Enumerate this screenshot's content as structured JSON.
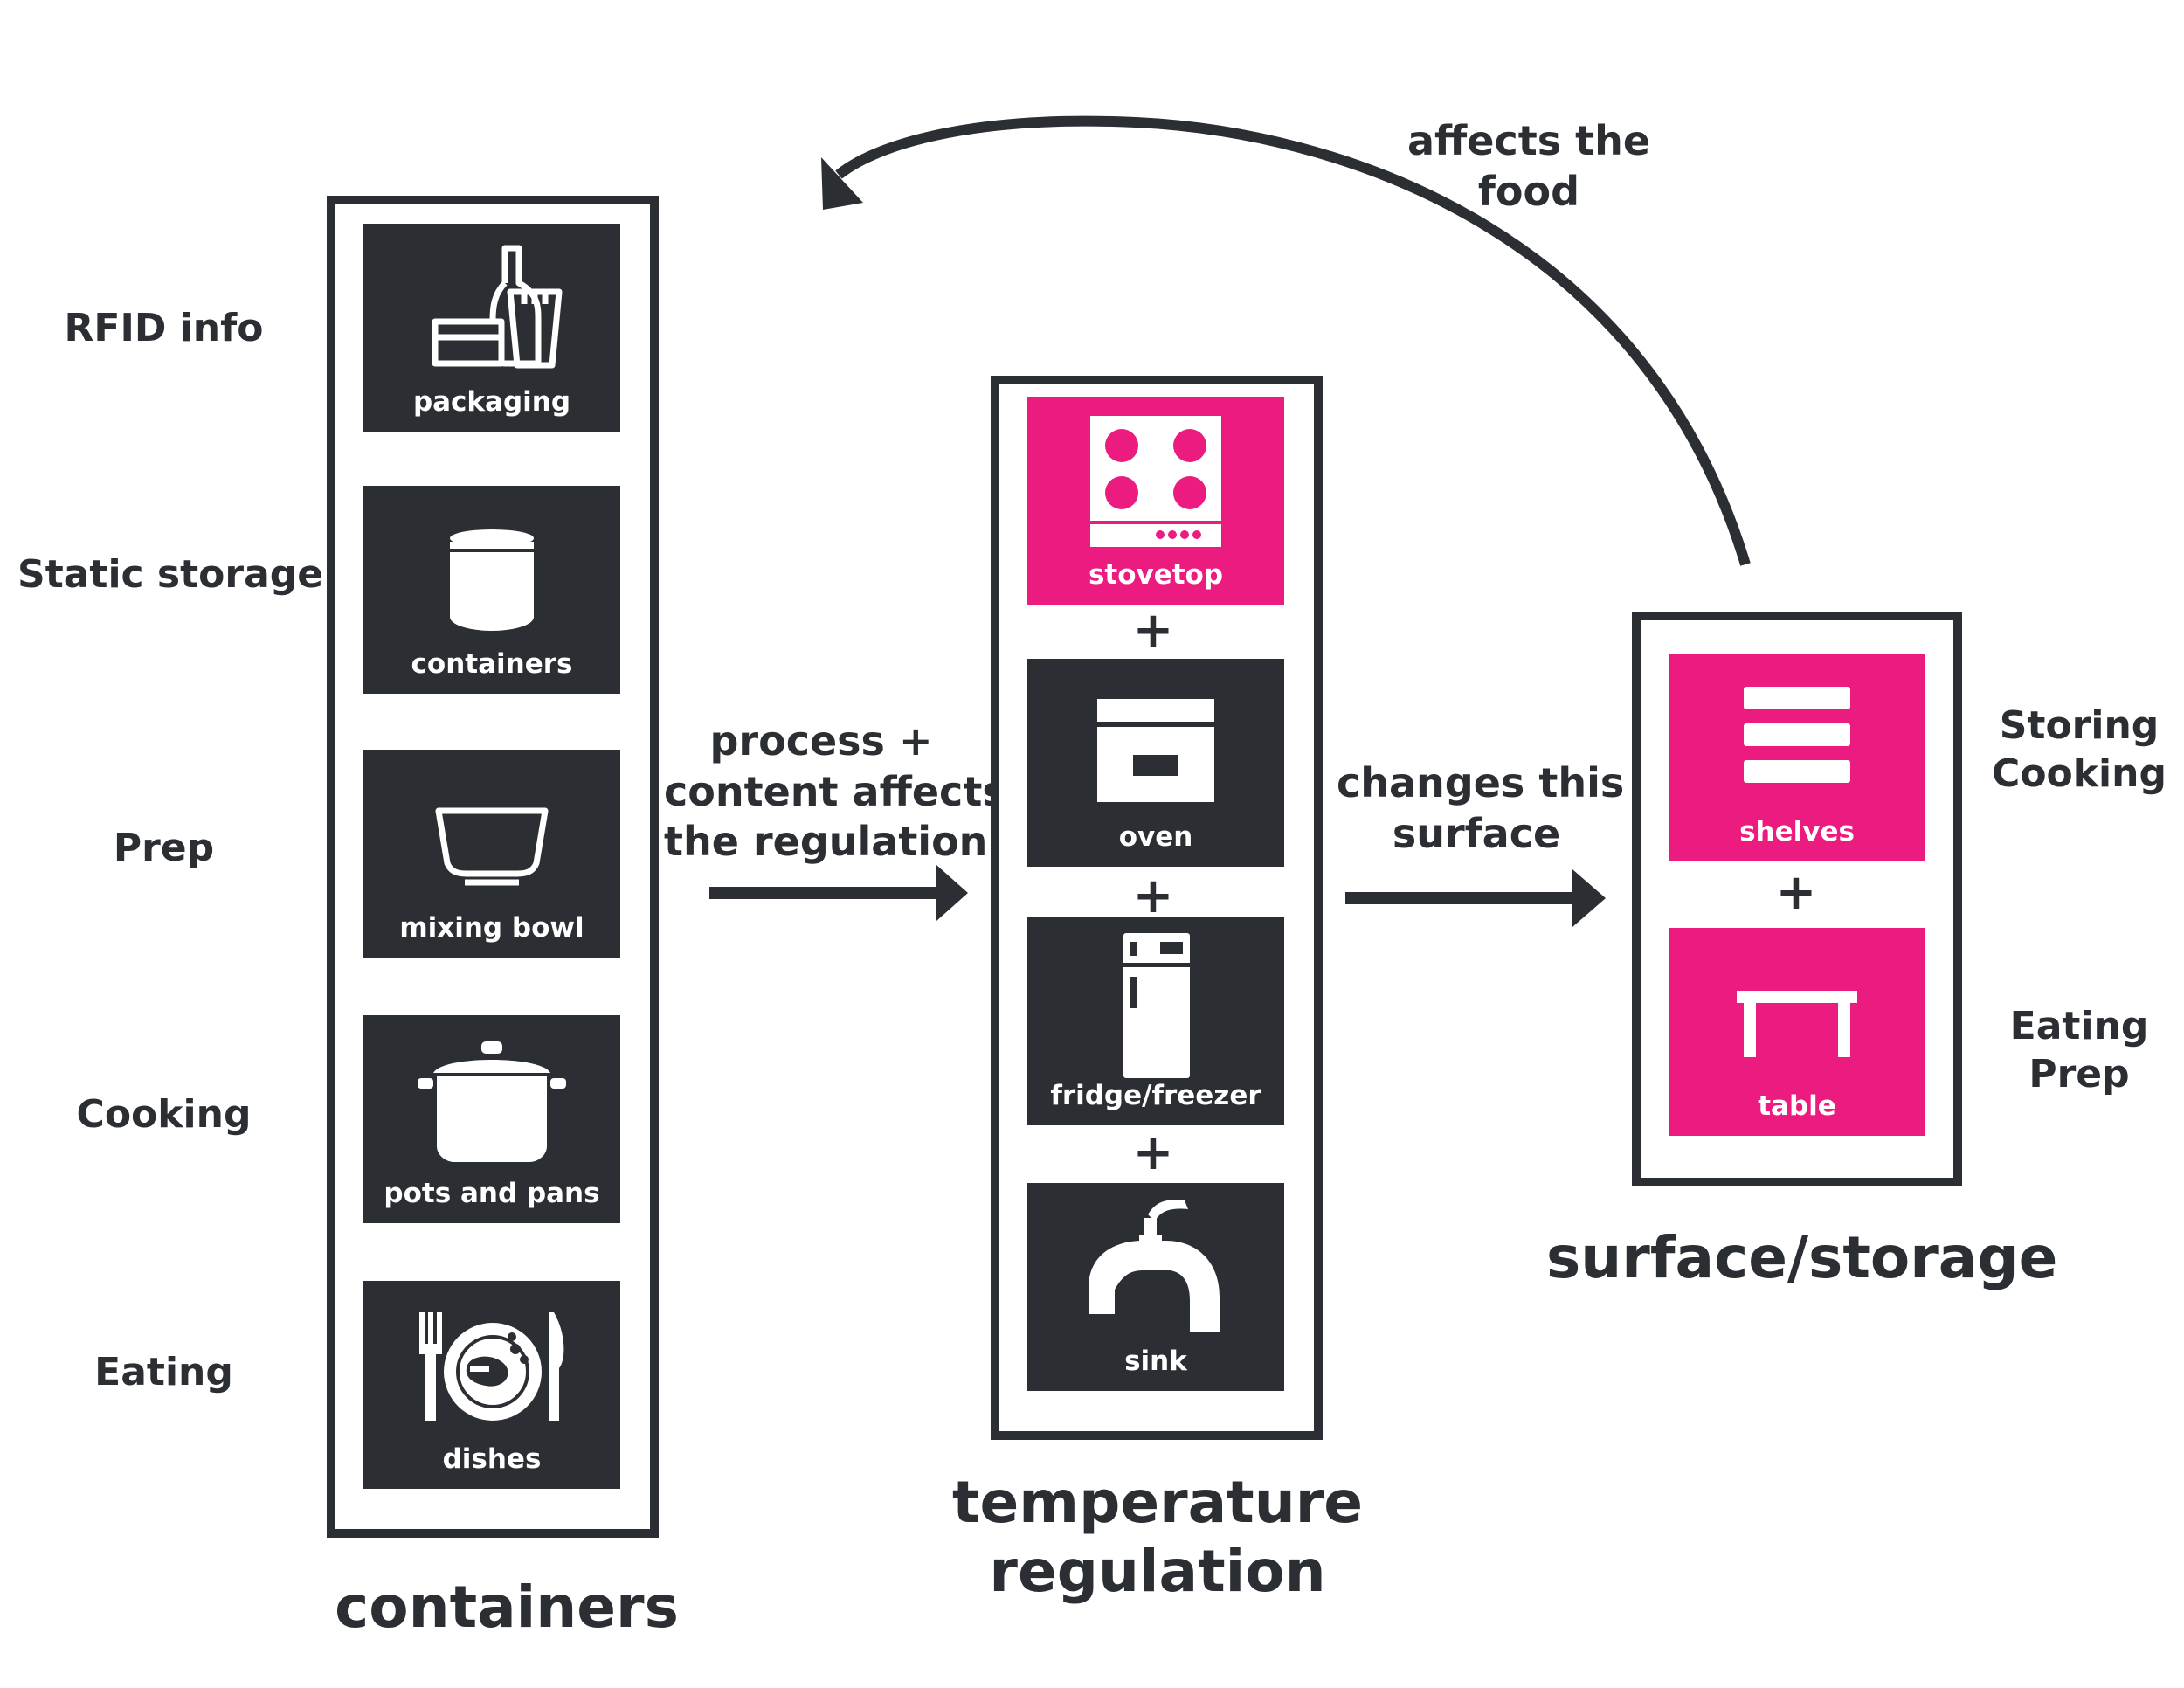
{
  "labels": {
    "rfid_info": "RFID info",
    "static_storage": "Static storage",
    "prep": "Prep",
    "cooking": "Cooking",
    "eating": "Eating",
    "storing_cooking_line1": "Storing",
    "storing_cooking_line2": "Cooking",
    "eating_prep_line1": "Eating",
    "eating_prep_line2": "Prep"
  },
  "flow": {
    "process_line1": "process +",
    "process_line2": "content affects",
    "process_line3": "the regulation",
    "changes_line1": "changes this",
    "changes_line2": "surface",
    "affects_line1": "affects the",
    "affects_line2": "food"
  },
  "groups": {
    "containers": {
      "title": "containers",
      "items": [
        "packaging",
        "containers",
        "mixing bowl",
        "pots and pans",
        "dishes"
      ]
    },
    "temperature": {
      "title_line1": "temperature",
      "title_line2": "regulation",
      "items": [
        "stovetop",
        "oven",
        "fridge/freezer",
        "sink"
      ]
    },
    "surface": {
      "title": "surface/storage",
      "items": [
        "shelves",
        "table"
      ]
    }
  },
  "plus_sign": "+",
  "colors": {
    "dark": "#2b2e33",
    "pink": "#ec1b7f",
    "white": "#ffffff"
  }
}
